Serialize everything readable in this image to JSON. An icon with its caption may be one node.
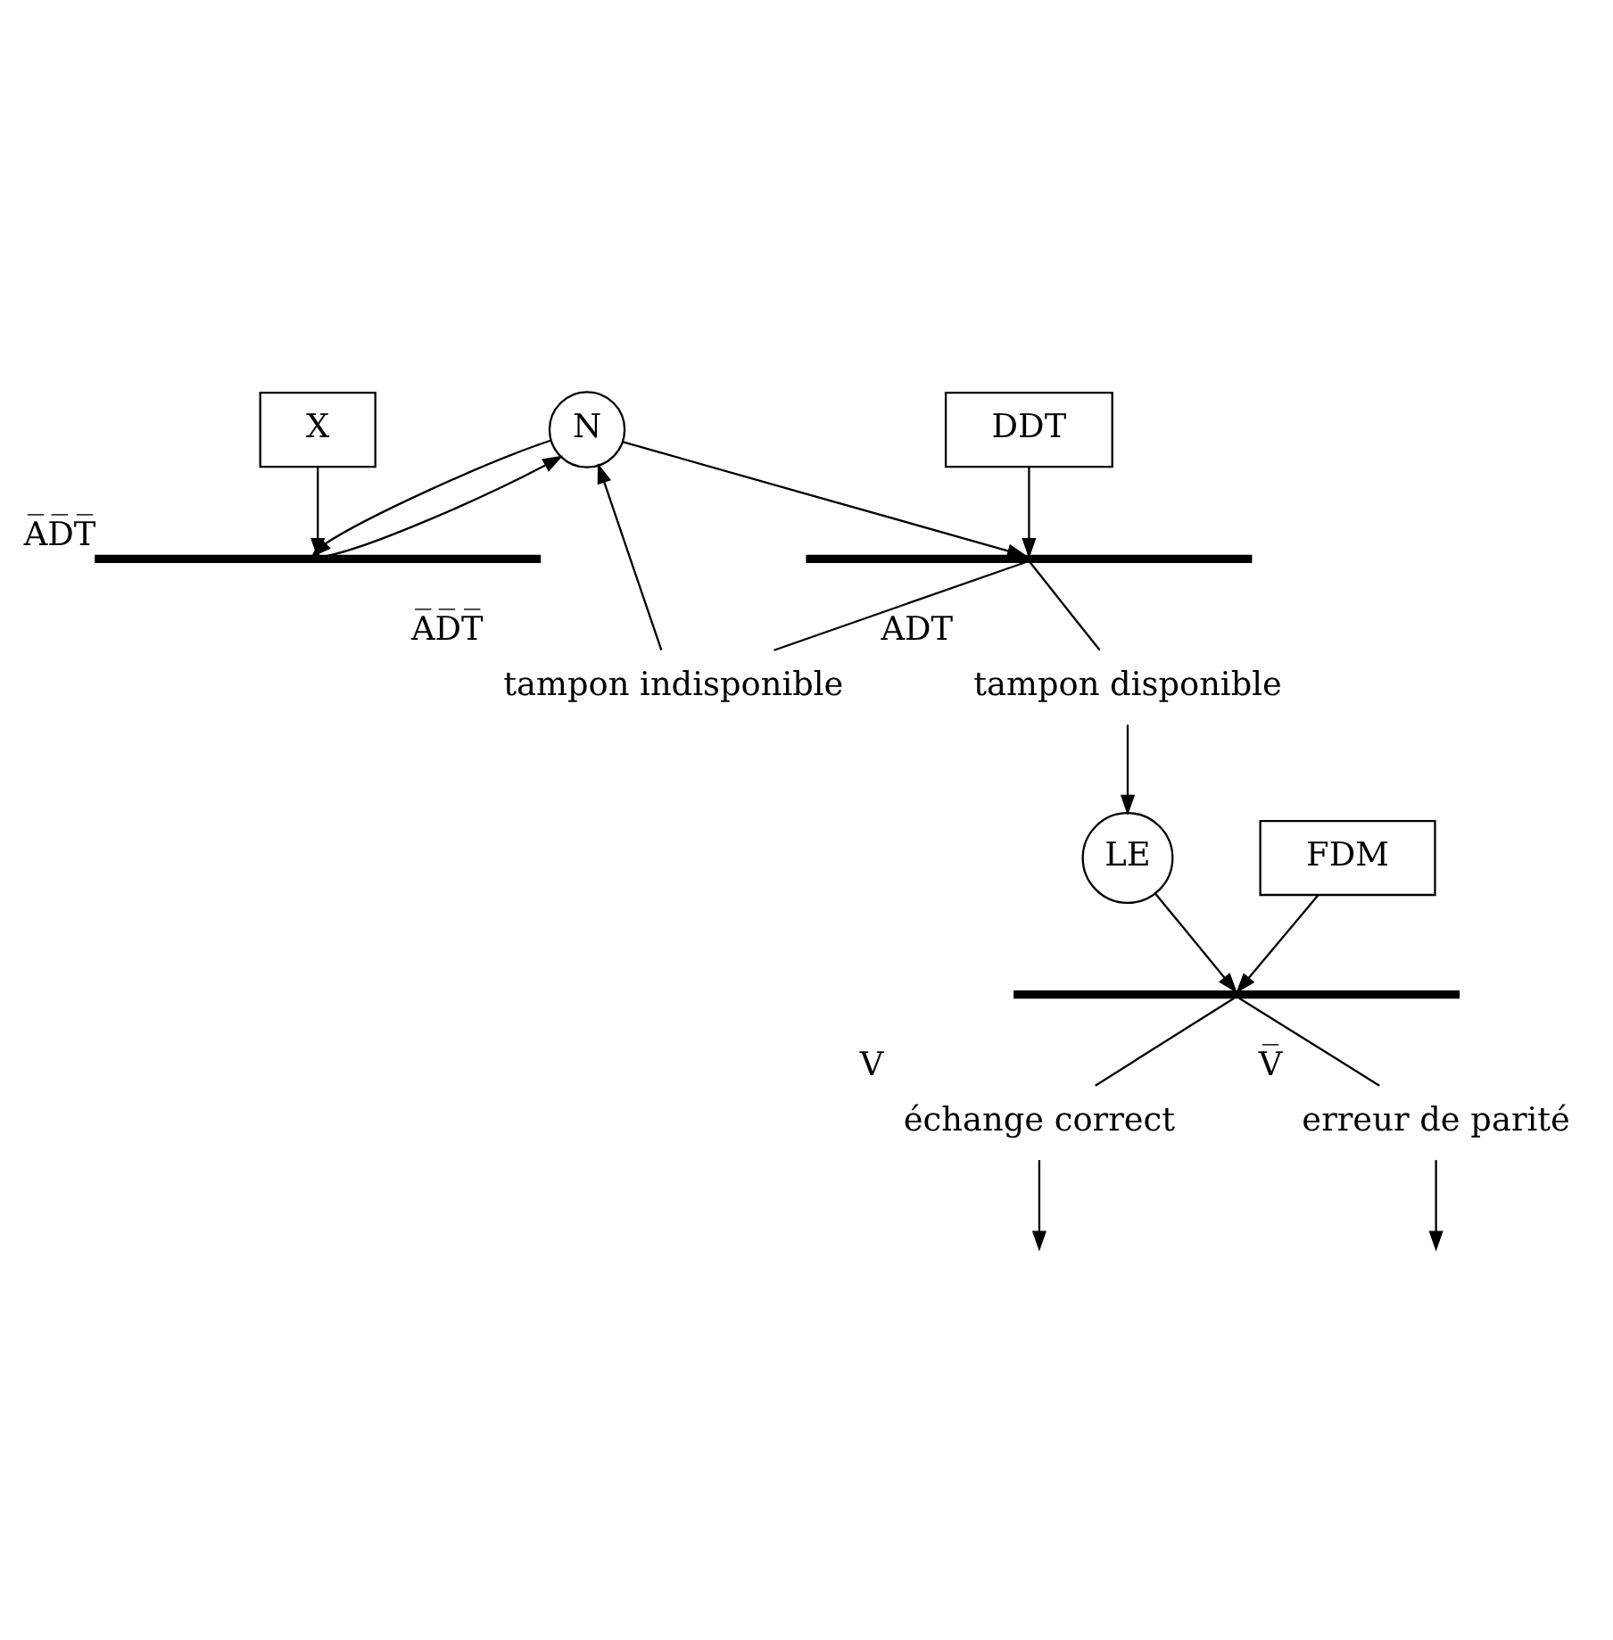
{
  "diagram": {
    "nodes": [
      {
        "text": [
          "N"
        ]
      },
      {
        "text": [
          "X"
        ]
      },
      {
        "text": [
          "DDT"
        ]
      },
      {
        "text": [],
        "shape": "bar",
        "beside": [
          "A̅D̅T̅"
        ]
      },
      {
        "text": [],
        "shape": "bar"
      },
      {
        "text": [
          "tampon disponible"
        ],
        "beside": [
          "ADT"
        ]
      },
      {
        "text": [
          "tampon indisponible"
        ],
        "beside": [
          "A̅D̅T̅"
        ]
      },
      {
        "text": [
          "LE"
        ]
      },
      {
        "text": [
          "FDM"
        ]
      },
      {
        "text": [],
        "shape": "bar"
      },
      {
        "text": [
          "échange correct"
        ],
        "beside": [
          "V"
        ]
      },
      {
        "text": [
          "erreur de parité"
        ],
        "beside": [
          "V̅"
        ]
      }
    ],
    "edges": [
      {
        "from": 3,
        "to": 0,
        "arrow": "to"
      },
      {
        "from": 6,
        "to": 0,
        "arrow": "to"
      },
      {
        "from": 1,
        "to": 3,
        "arrow": "to"
      },
      {
        "from": 0,
        "to": 3,
        "arrow": "to"
      },
      {
        "from": 0,
        "to": 4,
        "arrow": "to"
      },
      {
        "from": 2,
        "to": 4,
        "arrow": "to"
      },
      {
        "from": 4,
        "to": 5,
        "arrow": "none"
      },
      {
        "from": 4,
        "to": 6,
        "arrow": "none"
      },
      {
        "from": 5,
        "to": 7,
        "arrow": "to"
      },
      {
        "from": 7,
        "to": 9,
        "arrow": "to"
      },
      {
        "from": 8,
        "to": 9,
        "arrow": "to"
      },
      {
        "from": 9,
        "to": 10,
        "arrow": "none"
      },
      {
        "from": 9,
        "to": 11,
        "arrow": "none"
      },
      {
        "from": 10,
        "to": null,
        "arrow": "to"
      },
      {
        "from": 11,
        "to": null,
        "arrow": "to"
      }
    ]
  }
}
